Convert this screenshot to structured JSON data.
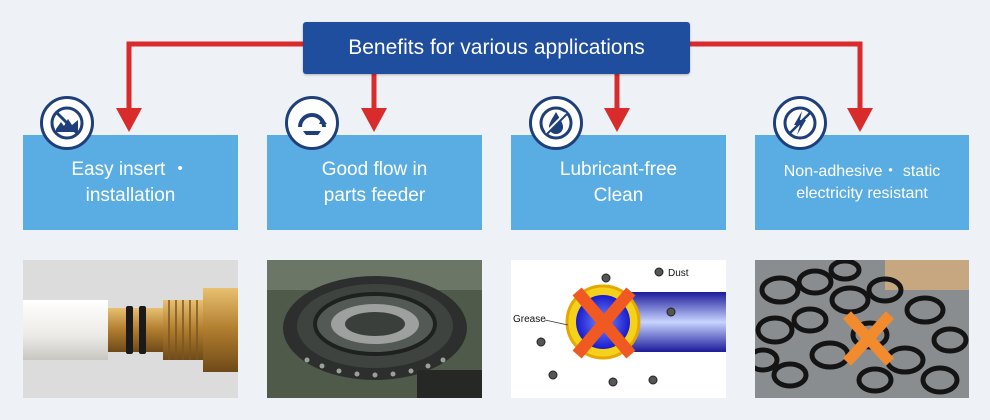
{
  "header": {
    "title": "Benefits for various applications"
  },
  "cards": [
    {
      "label": "Easy insert ・\ninstallation",
      "icon": "broken-surface-no-icon"
    },
    {
      "label": "Good flow in\nparts feeder",
      "icon": "rotation-gauge-icon"
    },
    {
      "label": "Lubricant-free\nClean",
      "icon": "no-oil-drop-icon"
    },
    {
      "label": "Non-adhesive・ static\nelectricity resistant",
      "icon": "no-static-icon"
    }
  ],
  "diagram3": {
    "dust_label": "Dust",
    "grease_label": "Grease"
  },
  "colors": {
    "title_bg": "#1f4e9e",
    "card_bg": "#5aade3",
    "arrow": "#d92b2b",
    "icon_ring": "#1f3f7a",
    "cross": "#f05a22"
  }
}
